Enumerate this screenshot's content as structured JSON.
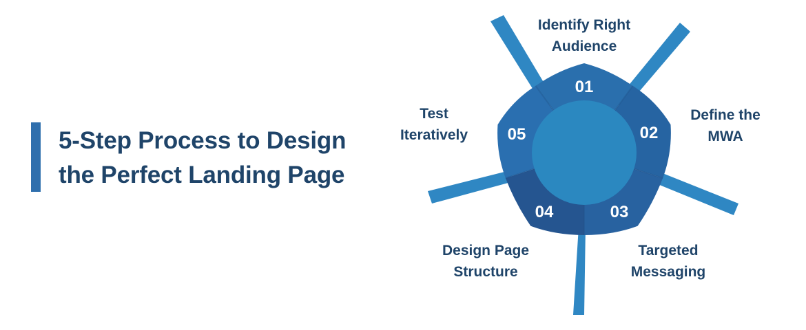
{
  "title": {
    "line1": "5-Step Process to Design",
    "line2": "the Perfect Landing Page"
  },
  "colors": {
    "title_text": "#1f4469",
    "accent_bar": "#2f6fad",
    "center_circle": "#2b88c0",
    "ray": "#2f87c3",
    "segment_01": "#2a6fad",
    "segment_02": "#2664a2",
    "segment_03": "#2862a0",
    "segment_04": "#255590",
    "segment_05": "#2a6fb0"
  },
  "steps": [
    {
      "number": "01",
      "label_line1": "Identify Right",
      "label_line2": "Audience"
    },
    {
      "number": "02",
      "label_line1": "Define the",
      "label_line2": "MWA"
    },
    {
      "number": "03",
      "label_line1": "Targeted",
      "label_line2": "Messaging"
    },
    {
      "number": "04",
      "label_line1": "Design Page",
      "label_line2": "Structure"
    },
    {
      "number": "05",
      "label_line1": "Test",
      "label_line2": "Iteratively"
    }
  ]
}
